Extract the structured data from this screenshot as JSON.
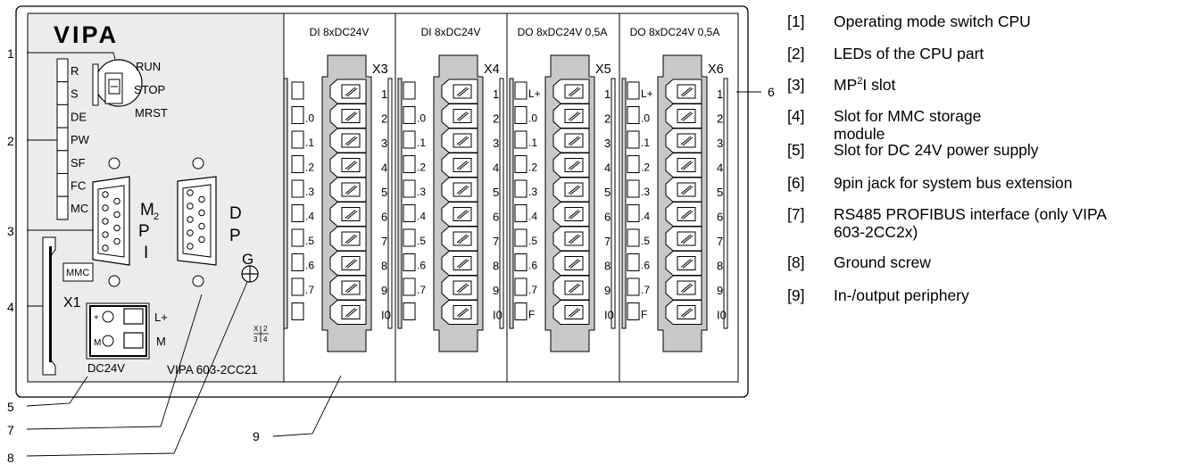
{
  "cpu": {
    "logo": "VIPA",
    "switch_labels": [
      "RUN",
      "STOP",
      "MRST"
    ],
    "leds": [
      "R",
      "S",
      "DE",
      "PW",
      "SF",
      "FC",
      "MC"
    ],
    "mpi_label": [
      "M",
      "2",
      "P",
      "I"
    ],
    "dp_label": [
      "D",
      "P"
    ],
    "ground_label": "G",
    "mmc_label": "MMC",
    "x1_label": "X1",
    "power_plus": "L+",
    "power_minus": "M",
    "power_plus_symbol": "+",
    "power_minus_symbol": "M",
    "dc_label": "DC24V",
    "model": "VIPA 603-2CC21",
    "xbox": [
      "X",
      "2",
      "3",
      "4"
    ]
  },
  "modules": [
    {
      "title": "DI 8xDC24V",
      "connector": "X3",
      "leds": [
        "",
        ".0",
        ".1",
        ".2",
        ".3",
        ".4",
        ".5",
        ".6",
        ".7",
        ""
      ],
      "pins": [
        "1",
        "2",
        "3",
        "4",
        "5",
        "6",
        "7",
        "8",
        "9",
        "I0"
      ]
    },
    {
      "title": "DI 8xDC24V",
      "connector": "X4",
      "leds": [
        "",
        ".0",
        ".1",
        ".2",
        ".3",
        ".4",
        ".5",
        ".6",
        ".7",
        ""
      ],
      "pins": [
        "1",
        "2",
        "3",
        "4",
        "5",
        "6",
        "7",
        "8",
        "9",
        "I0"
      ]
    },
    {
      "title": "DO 8xDC24V 0,5A",
      "connector": "X5",
      "leds": [
        "L+",
        ".0",
        ".1",
        ".2",
        ".3",
        ".4",
        ".5",
        ".6",
        ".7",
        "F"
      ],
      "pins": [
        "1",
        "2",
        "3",
        "4",
        "5",
        "6",
        "7",
        "8",
        "9",
        "I0"
      ]
    },
    {
      "title": "DO 8xDC24V 0,5A",
      "connector": "X6",
      "leds": [
        "L+",
        ".0",
        ".1",
        ".2",
        ".3",
        ".4",
        ".5",
        ".6",
        ".7",
        "F"
      ],
      "pins": [
        "1",
        "2",
        "3",
        "4",
        "5",
        "6",
        "7",
        "8",
        "9",
        "I0"
      ]
    }
  ],
  "callouts": [
    "1",
    "2",
    "3",
    "4",
    "5",
    "6",
    "7",
    "8",
    "9"
  ],
  "legend": [
    {
      "num": "[1]",
      "text": "Operating mode switch CPU"
    },
    {
      "num": "[2]",
      "text": "LEDs of the CPU part"
    },
    {
      "num": "[3]",
      "pre": "MP",
      "sup": "2",
      "post": "I slot"
    },
    {
      "num": "[4]",
      "text": "Slot for MMC storage module"
    },
    {
      "num": "[5]",
      "text": "Slot for DC 24V power supply"
    },
    {
      "num": "[6]",
      "text": "9pin jack for system bus extension"
    },
    {
      "num": "[7]",
      "text": "RS485 PROFIBUS interface (only VIPA 603-2CC2x)"
    },
    {
      "num": "[8]",
      "text": "Ground screw"
    },
    {
      "num": "[9]",
      "text": "In-/output periphery"
    }
  ]
}
